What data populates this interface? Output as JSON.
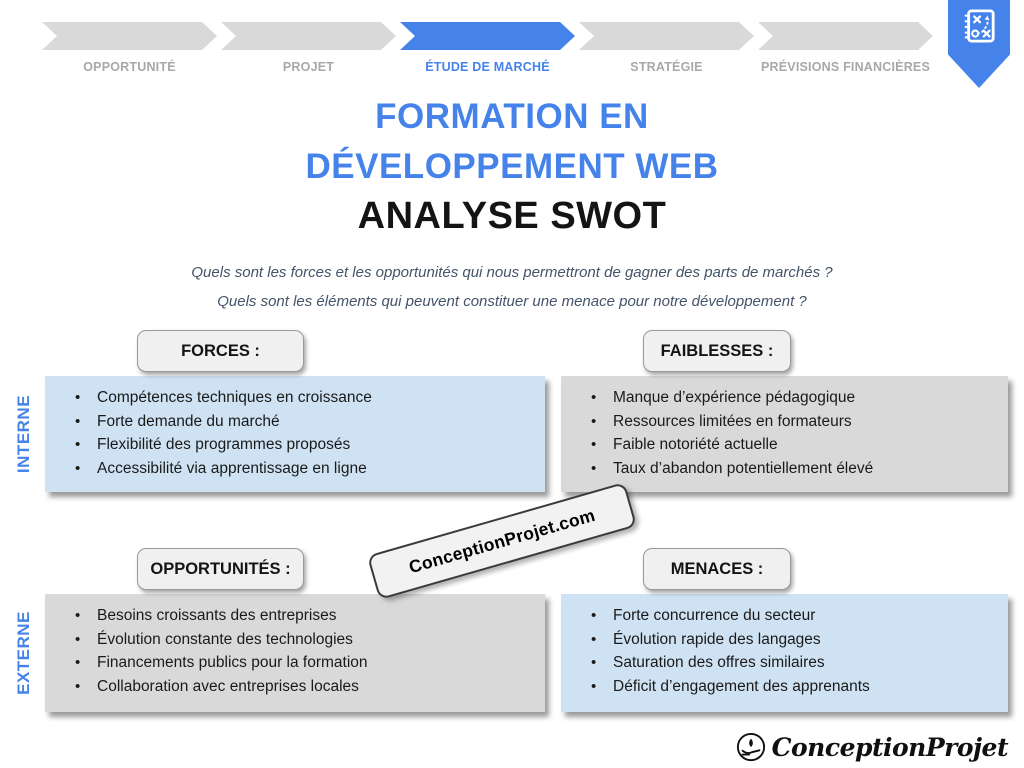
{
  "process": {
    "steps": [
      {
        "label": "OPPORTUNITÉ",
        "state": "inactive"
      },
      {
        "label": "PROJET",
        "state": "inactive"
      },
      {
        "label": "ÉTUDE DE MARCHÉ",
        "state": "active"
      },
      {
        "label": "STRATÉGIE",
        "state": "inactive"
      },
      {
        "label": "PRÉVISIONS FINANCIÈRES",
        "state": "inactive"
      }
    ]
  },
  "bookmark": {
    "icon": "strategy-plan-icon"
  },
  "title": {
    "line1": "FORMATION EN",
    "line2": "DÉVELOPPEMENT WEB",
    "subtitle": "ANALYSE SWOT"
  },
  "questions": {
    "q1": "Quels sont les forces et les opportunités qui nous permettront de gagner des parts de marchés ?",
    "q2": "Quels sont les éléments qui peuvent constituer une menace pour notre développement ?"
  },
  "axes": {
    "internal": "INTERNE",
    "external": "EXTERNE"
  },
  "quadrants": {
    "forces": {
      "header": "FORCES :",
      "tone": "blue",
      "items": [
        "Compétences techniques en croissance",
        "Forte demande du marché",
        "Flexibilité des programmes proposés",
        "Accessibilité via apprentissage en ligne"
      ]
    },
    "faiblesses": {
      "header": "FAIBLESSES :",
      "tone": "gray",
      "items": [
        "Manque d’expérience pédagogique",
        "Ressources limitées en formateurs",
        "Faible notoriété actuelle",
        "Taux d’abandon potentiellement élevé"
      ]
    },
    "opportunites": {
      "header": "OPPORTUNITÉS :",
      "tone": "gray",
      "items": [
        "Besoins croissants des entreprises",
        "Évolution constante des technologies",
        "Financements publics pour la formation",
        "Collaboration avec entreprises locales"
      ]
    },
    "menaces": {
      "header": "MENACES :",
      "tone": "blue",
      "items": [
        "Forte concurrence du secteur",
        "Évolution rapide des langages",
        "Saturation des offres similaires",
        "Déficit d’engagement des apprenants"
      ]
    }
  },
  "watermark": {
    "text": "ConceptionProjet.com"
  },
  "footer": {
    "brand": "ConceptionProjet"
  },
  "colors": {
    "accent_blue": "#4583EA",
    "light_blue_box": "#CFE2F3",
    "gray_box": "#D9D9D9",
    "inactive_label": "#A8A8A8",
    "question_text": "#44546A"
  }
}
